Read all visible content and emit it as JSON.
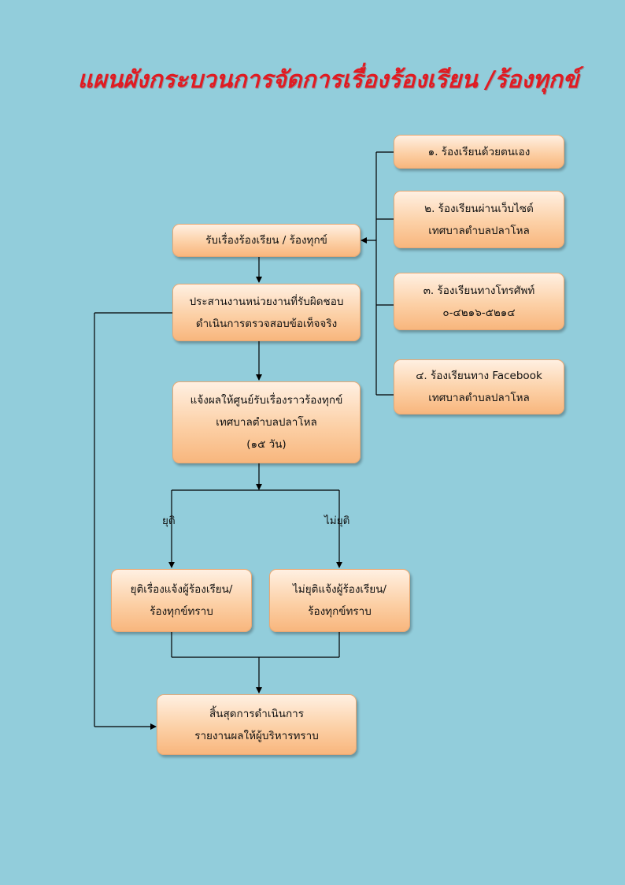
{
  "title": "แผนผังกระบวนการจัดการเรื่องร้องเรียน /ร้องทุกข์",
  "channels": [
    {
      "lines": [
        "๑. ร้องเรียนด้วยตนเอง"
      ]
    },
    {
      "lines": [
        "๒. ร้องเรียนผ่านเว็บไซต์",
        "เทศบาลตำบลปลาโหล"
      ]
    },
    {
      "lines": [
        "๓. ร้องเรียนทางโทรศัพท์",
        "๐-๔๒๑๖-๕๒๑๔"
      ]
    },
    {
      "lines": [
        "๔. ร้องเรียนทาง Facebook",
        "เทศบาลตำบลปลาโหล"
      ]
    }
  ],
  "receive": {
    "lines": [
      "รับเรื่องร้องเรียน / ร้องทุกข์"
    ]
  },
  "coordinate": {
    "lines": [
      "ประสานงานหน่วยงานที่รับผิดชอบ",
      "ดำเนินการตรวจสอบข้อเท็จจริง"
    ]
  },
  "notify_center": {
    "lines": [
      "แจ้งผลให้ศูนย์รับเรื่องราวร้องทุกข์",
      "เทศบาลตำบลปลาโหล",
      "(๑๕ วัน)"
    ]
  },
  "branch_labels": {
    "resolved": "ยุติ",
    "unresolved": "ไม่ยุติ"
  },
  "resolved_box": {
    "lines": [
      "ยุติเรื่องแจ้งผู้ร้องเรียน/",
      "ร้องทุกข์ทราบ"
    ]
  },
  "unresolved_box": {
    "lines": [
      "ไม่ยุติแจ้งผู้ร้องเรียน/",
      "ร้องทุกข์ทราบ"
    ]
  },
  "end": {
    "lines": [
      "สิ้นสุดการดำเนินการ",
      "รายงานผลให้ผู้บริหารทราบ"
    ]
  }
}
